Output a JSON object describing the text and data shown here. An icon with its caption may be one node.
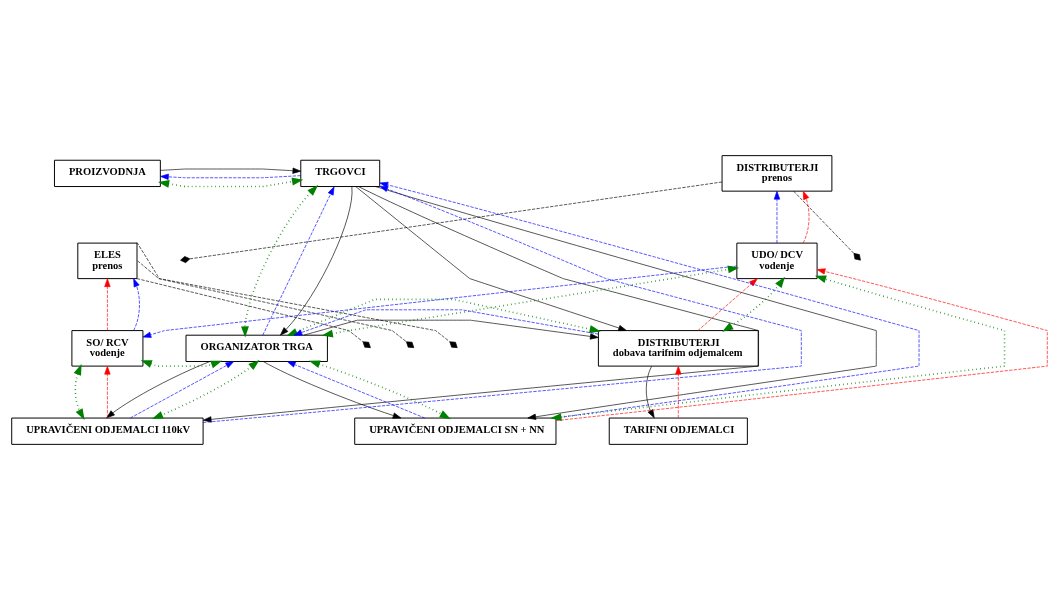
{
  "diagram": {
    "nodes": [
      {
        "text": [
          "PROIZVODNJA"
        ]
      },
      {
        "text": [
          "TRGOVCI"
        ]
      },
      {
        "text": [
          "DISTRIBUTERJI",
          "prenos"
        ]
      },
      {
        "text": [
          "ELES",
          "prenos"
        ]
      },
      {
        "text": [
          "UDO/ DCV",
          "vodenje"
        ]
      },
      {
        "text": [
          "SO/ RCV",
          "vodenje"
        ]
      },
      {
        "text": [
          "ORGANIZATOR TRGA"
        ]
      },
      {
        "text": [
          "DISTRIBUTERJI",
          "dobava tarifnim odjemalcem"
        ]
      },
      {
        "text": [
          "UPRAVIČENI ODJEMALCI 110kV"
        ]
      },
      {
        "text": [
          "UPRAVIČENI ODJEMALCI SN + NN"
        ]
      },
      {
        "text": [
          "TARIFNI ODJEMALCI"
        ]
      }
    ],
    "edges": [
      {
        "from": 0,
        "to": 1,
        "arrow": "both",
        "style": "dashed",
        "color": "#008000"
      },
      {
        "from": 1,
        "to": 0,
        "arrow": "to",
        "style": "dashed",
        "color": "#0000ff"
      },
      {
        "from": 0,
        "to": 1,
        "arrow": "to",
        "color": "#000000"
      },
      {
        "from": 1,
        "to": 8,
        "arrow": "to",
        "color": "#000000"
      },
      {
        "from": 8,
        "to": 1,
        "arrow": "to",
        "style": "dashed",
        "color": "#0000ff"
      },
      {
        "from": 1,
        "to": 6,
        "arrow": "both",
        "style": "dashed",
        "color": "#008000"
      },
      {
        "from": 6,
        "to": 1,
        "arrow": "to",
        "style": "dashed",
        "color": "#0000ff"
      },
      {
        "from": 1,
        "to": 6,
        "arrow": "to",
        "color": "#000000"
      },
      {
        "from": 1,
        "to": 9,
        "arrow": "to",
        "color": "#000000"
      },
      {
        "from": 9,
        "to": 1,
        "arrow": "to",
        "style": "dashed",
        "color": "#0000ff"
      },
      {
        "from": 1,
        "to": 7,
        "arrow": "to",
        "color": "#000000"
      },
      {
        "from": 3,
        "to": null,
        "arrow": "other",
        "style": "dashed",
        "color": "#000000"
      },
      {
        "from": 3,
        "to": null,
        "arrow": "other",
        "style": "dashed",
        "color": "#000000"
      },
      {
        "from": 3,
        "to": null,
        "arrow": "other",
        "style": "dashed",
        "color": "#000000"
      },
      {
        "from": 2,
        "to": null,
        "arrow": "other",
        "style": "dashed",
        "color": "#000000"
      },
      {
        "from": 2,
        "to": null,
        "arrow": "other",
        "style": "dashed",
        "color": "#000000"
      },
      {
        "from": 5,
        "to": 3,
        "arrow": "to",
        "style": "dashed",
        "color": "#ff0000"
      },
      {
        "from": 5,
        "to": 3,
        "arrow": "to",
        "style": "dashed",
        "color": "#0000ff"
      },
      {
        "from": 4,
        "to": 5,
        "arrow": "to",
        "style": "dashed",
        "color": "#0000ff"
      },
      {
        "from": 5,
        "to": 6,
        "arrow": "both",
        "style": "dashed",
        "color": "#008000"
      },
      {
        "from": 5,
        "to": 8,
        "arrow": "both",
        "style": "dashed",
        "color": "#008000"
      },
      {
        "from": 8,
        "to": 5,
        "arrow": "to",
        "style": "dashed",
        "color": "#ff0000"
      },
      {
        "from": 6,
        "to": 8,
        "arrow": "to",
        "color": "#000000"
      },
      {
        "from": 8,
        "to": 6,
        "arrow": "to",
        "style": "dashed",
        "color": "#0000ff"
      },
      {
        "from": 6,
        "to": 8,
        "arrow": "both",
        "style": "dashed",
        "color": "#008000"
      },
      {
        "from": 6,
        "to": 9,
        "arrow": "to",
        "color": "#000000"
      },
      {
        "from": 9,
        "to": 6,
        "arrow": "to",
        "style": "dashed",
        "color": "#0000ff"
      },
      {
        "from": 6,
        "to": 9,
        "arrow": "both",
        "style": "dashed",
        "color": "#008000"
      },
      {
        "from": 6,
        "to": 7,
        "arrow": "to",
        "color": "#000000"
      },
      {
        "from": 7,
        "to": 6,
        "arrow": "to",
        "style": "dashed",
        "color": "#0000ff"
      },
      {
        "from": 6,
        "to": 7,
        "arrow": "both",
        "style": "dashed",
        "color": "#008000"
      },
      {
        "from": 6,
        "to": 4,
        "arrow": "both",
        "style": "dashed",
        "color": "#008000"
      },
      {
        "from": 9,
        "to": 4,
        "arrow": "both",
        "style": "dashed",
        "color": "#008000"
      },
      {
        "from": 9,
        "to": 4,
        "arrow": "to",
        "style": "dashed",
        "color": "#ff0000"
      },
      {
        "from": 4,
        "to": 2,
        "arrow": "to",
        "style": "dashed",
        "color": "#0000ff"
      },
      {
        "from": 4,
        "to": 2,
        "arrow": "to",
        "style": "dashed",
        "color": "#ff0000"
      },
      {
        "from": 7,
        "to": 4,
        "arrow": "to",
        "style": "dashed",
        "color": "#ff0000"
      },
      {
        "from": 7,
        "to": 4,
        "arrow": "both",
        "style": "dashed",
        "color": "#008000"
      },
      {
        "from": 7,
        "to": 10,
        "arrow": "to",
        "color": "#000000"
      },
      {
        "from": 10,
        "to": 7,
        "arrow": "to",
        "style": "dashed",
        "color": "#ff0000"
      }
    ]
  }
}
